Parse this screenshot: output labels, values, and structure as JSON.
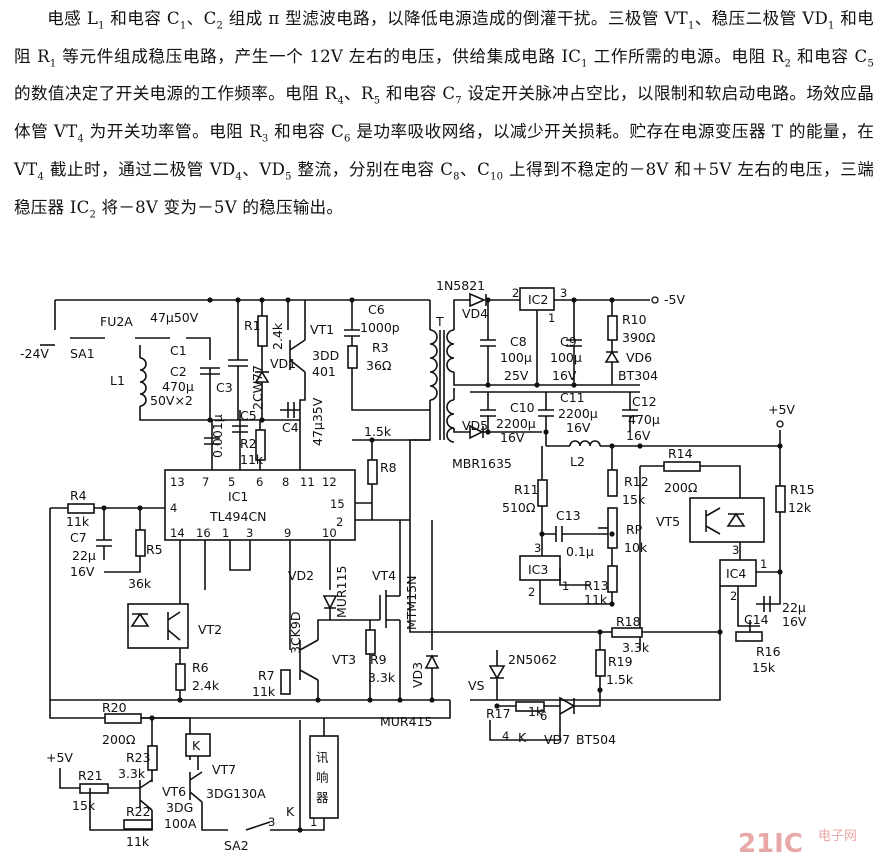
{
  "paragraph": [
    {
      "t": "电感 L"
    },
    {
      "s": "1"
    },
    {
      "t": " 和电容 C"
    },
    {
      "s": "1"
    },
    {
      "t": "、C"
    },
    {
      "s": "2"
    },
    {
      "t": " 组成 π 型滤波电路，以降低电源造成的倒灌干扰。三极管 VT"
    },
    {
      "s": "1"
    },
    {
      "t": "、稳压二极管 VD"
    },
    {
      "s": "1"
    },
    {
      "t": " 和电阻 R"
    },
    {
      "s": "1"
    },
    {
      "t": " 等元件组成稳压电路，产生一个 12V 左右的电压，供给集成电路 IC"
    },
    {
      "s": "1"
    },
    {
      "t": " 工作所需的电源。电阻 R"
    },
    {
      "s": "2"
    },
    {
      "t": " 和电容 C"
    },
    {
      "s": "5"
    },
    {
      "t": " 的数值决定了开关电源的工作频率。电阻 R"
    },
    {
      "s": "4"
    },
    {
      "t": "、R"
    },
    {
      "s": "5"
    },
    {
      "t": " 和电容 C"
    },
    {
      "s": "7"
    },
    {
      "t": " 设定开关脉冲占空比，以限制和软启动电路。场效应晶体管 VT"
    },
    {
      "s": "4"
    },
    {
      "t": " 为开关功率管。电阻 R"
    },
    {
      "s": "3"
    },
    {
      "t": " 和电容 C"
    },
    {
      "s": "6"
    },
    {
      "t": " 是功率吸收网络，以减少开关损耗。贮存在电源变压器 T 的能量，在 VT"
    },
    {
      "s": "4"
    },
    {
      "t": " 截止时，通过二极管 VD"
    },
    {
      "s": "4"
    },
    {
      "t": "、VD"
    },
    {
      "s": "5"
    },
    {
      "t": " 整流，分别在电容 C"
    },
    {
      "s": "8"
    },
    {
      "t": "、C"
    },
    {
      "s": "10"
    },
    {
      "t": " 上得到不稳定的－8V 和＋5V 左右的电压，三端稳压器 IC"
    },
    {
      "s": "2"
    },
    {
      "t": " 将－8V 变为－5V 的稳压输出。"
    }
  ],
  "labels": {
    "fu": "FU2A",
    "c1v": "47μ50V",
    "c1": "C1",
    "minus24": "-24V",
    "sa1": "SA1",
    "l1": "L1",
    "c2": "C2",
    "c2v1": "470μ",
    "c2v2": "50V×2",
    "c3": "C3",
    "c3v": "0.001μ",
    "r1": "R1",
    "r1v": "2.4k",
    "vd1": "VD1",
    "vd1t": "2CW77",
    "vt1": "VT1",
    "vt1t1": "3DD",
    "vt1t2": "401",
    "c5": "C5",
    "r2": "R2",
    "r2v": "11k",
    "c4": "C4",
    "c4v": "47μ35V",
    "c6": "C6",
    "c6v": "1000p",
    "r3": "R3",
    "r3v": "36Ω",
    "t": "T",
    "vd4": "1N5821",
    "vd4l": "VD4",
    "ic2": "IC2",
    "minus5": "-5V",
    "c8": "C8",
    "c8v1": "100μ",
    "c8v2": "25V",
    "c9": "C9",
    "c9v1": "100μ",
    "c9v2": "16V",
    "r10": "R10",
    "r10v": "390Ω",
    "vd6": "VD6",
    "vd6t": "BT304",
    "c10": "C10",
    "c10v1": "2200μ",
    "c10v2": "16V",
    "c11": "C11",
    "c11v1": "2200μ",
    "c11v2": "16V",
    "c12": "C12",
    "c12v1": "470μ",
    "c12v2": "16V",
    "vd5": "VD5",
    "vd5t": "MBR1635",
    "l2": "L2",
    "plus5": "+5V",
    "r8v": "1.5k",
    "r8": "R8",
    "ic1": "IC1",
    "ic1t": "TL494CN",
    "r4": "R4",
    "r4v": "11k",
    "c7": "C7",
    "c7v1": "22μ",
    "c7v2": "16V",
    "r5": "R5",
    "r5v": "36k",
    "vt2": "VT2",
    "r6": "R6",
    "r6v": "2.4k",
    "vd2": "VD2",
    "vd2t": "MUR115",
    "vd2c": "3CK9D",
    "vt4": "VT4",
    "vt4t": "MTM15N",
    "r7": "R7",
    "r7v": "11k",
    "vt3": "VT3",
    "r9": "R9",
    "r9v": "3.3k",
    "vd3": "VD3",
    "vd3t": "MUR415",
    "r11": "R11",
    "r11v": "510Ω",
    "c13": "C13",
    "c13v": "0.1μ",
    "ic3": "IC3",
    "r12": "R12",
    "r12v": "15k",
    "rp": "RP",
    "rpv": "10k",
    "r13": "R13",
    "r13v": "11k",
    "r14": "R14",
    "r14v": "200Ω",
    "vt5": "VT5",
    "r15": "R15",
    "r15v": "12k",
    "ic4": "IC4",
    "c14": "C14",
    "c14v1": "22μ",
    "c14v2": "16V",
    "r16": "R16",
    "r16v": "15k",
    "r18": "R18",
    "r18v": "3.3k",
    "r19": "R19",
    "r19v": "1.5k",
    "vs": "VS",
    "vst": "2N5062",
    "r17": "R17",
    "r17v": "1k",
    "k": "K",
    "vd7": "VD7",
    "vd7t": "BT504",
    "r20": "R20",
    "r20v": "200Ω",
    "r21": "R21",
    "r21v": "15k",
    "r22": "R22",
    "r22v": "11k",
    "r23": "R23",
    "r23v": "3.3k",
    "kbox": "K",
    "vt6": "VT6",
    "vt6t1": "3DG",
    "vt6t2": "100A",
    "vt7": "VT7",
    "vt7t": "3DG130A",
    "sa2": "SA2",
    "buzzer": "讯响器",
    "wm_logo": "21IC",
    "wm_cn": "电子网"
  }
}
